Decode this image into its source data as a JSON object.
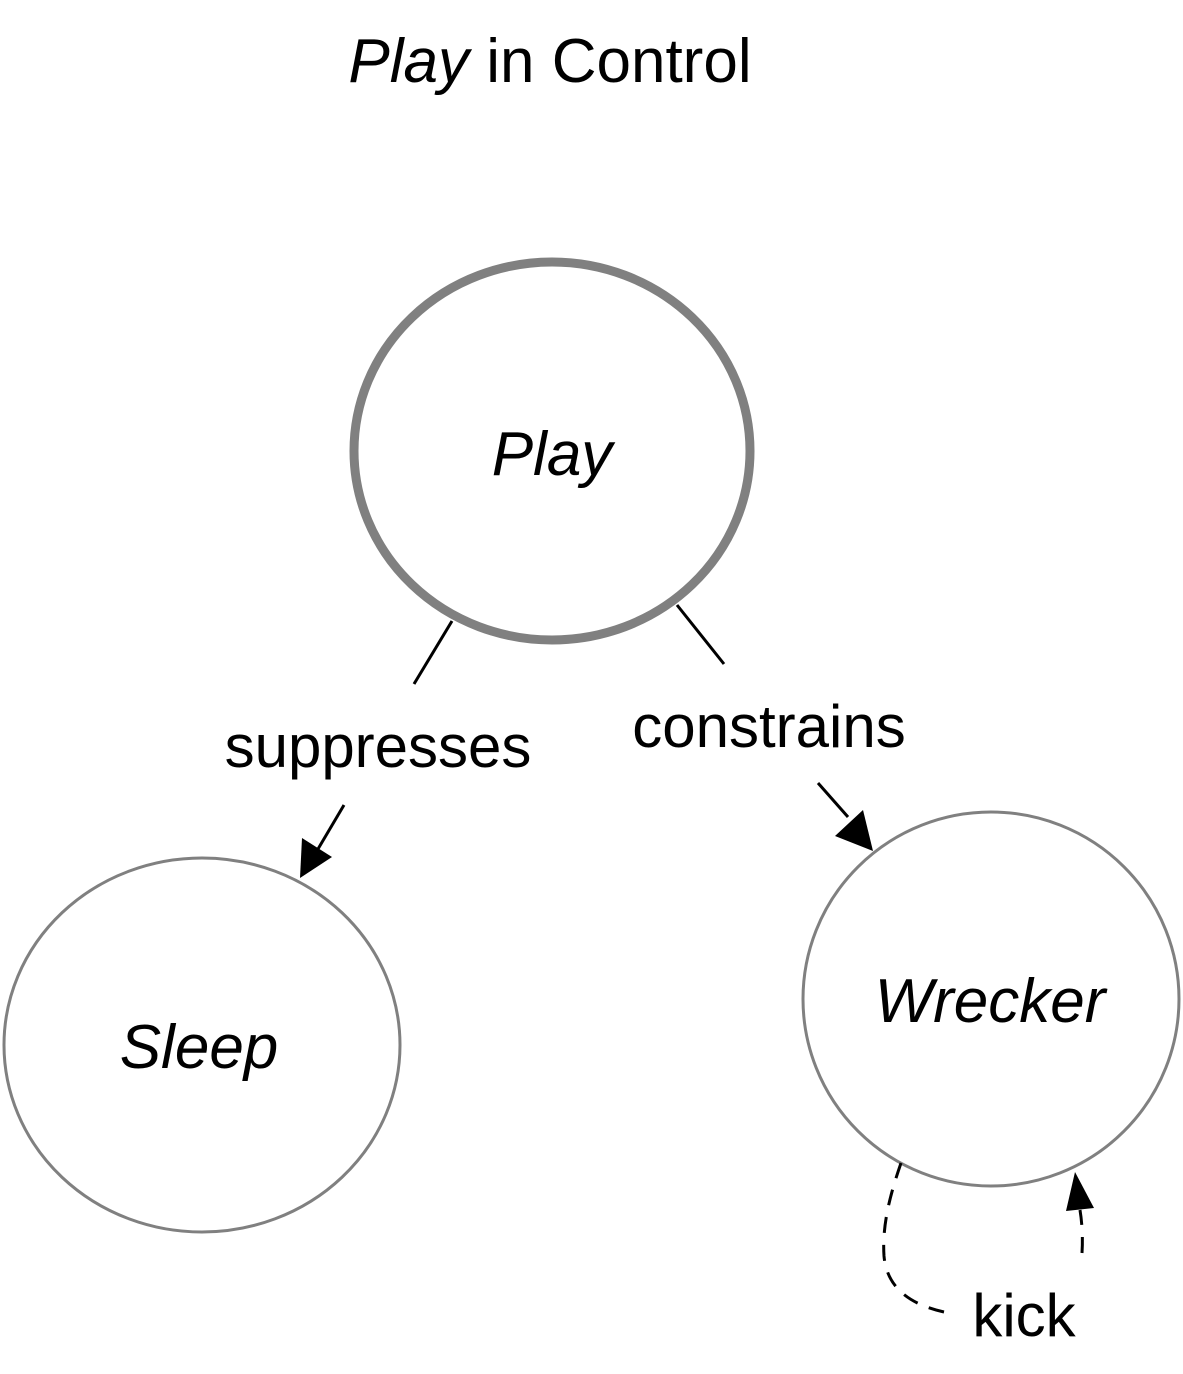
{
  "title": {
    "italic_part": "Play",
    "rest": " in Control"
  },
  "nodes": {
    "play": {
      "label": "Play",
      "border_color": "#808080"
    },
    "sleep": {
      "label": "Sleep",
      "border_color": "#808080"
    },
    "wrecker": {
      "label": "Wrecker",
      "border_color": "#808080"
    }
  },
  "edges": {
    "suppresses": {
      "label": "suppresses",
      "from": "Play",
      "to": "Sleep",
      "style": "solid"
    },
    "constrains": {
      "label": "constrains",
      "from": "Play",
      "to": "Wrecker",
      "style": "solid"
    },
    "kick": {
      "label": "kick",
      "from": "Wrecker",
      "to": "Wrecker",
      "style": "dashed"
    }
  }
}
